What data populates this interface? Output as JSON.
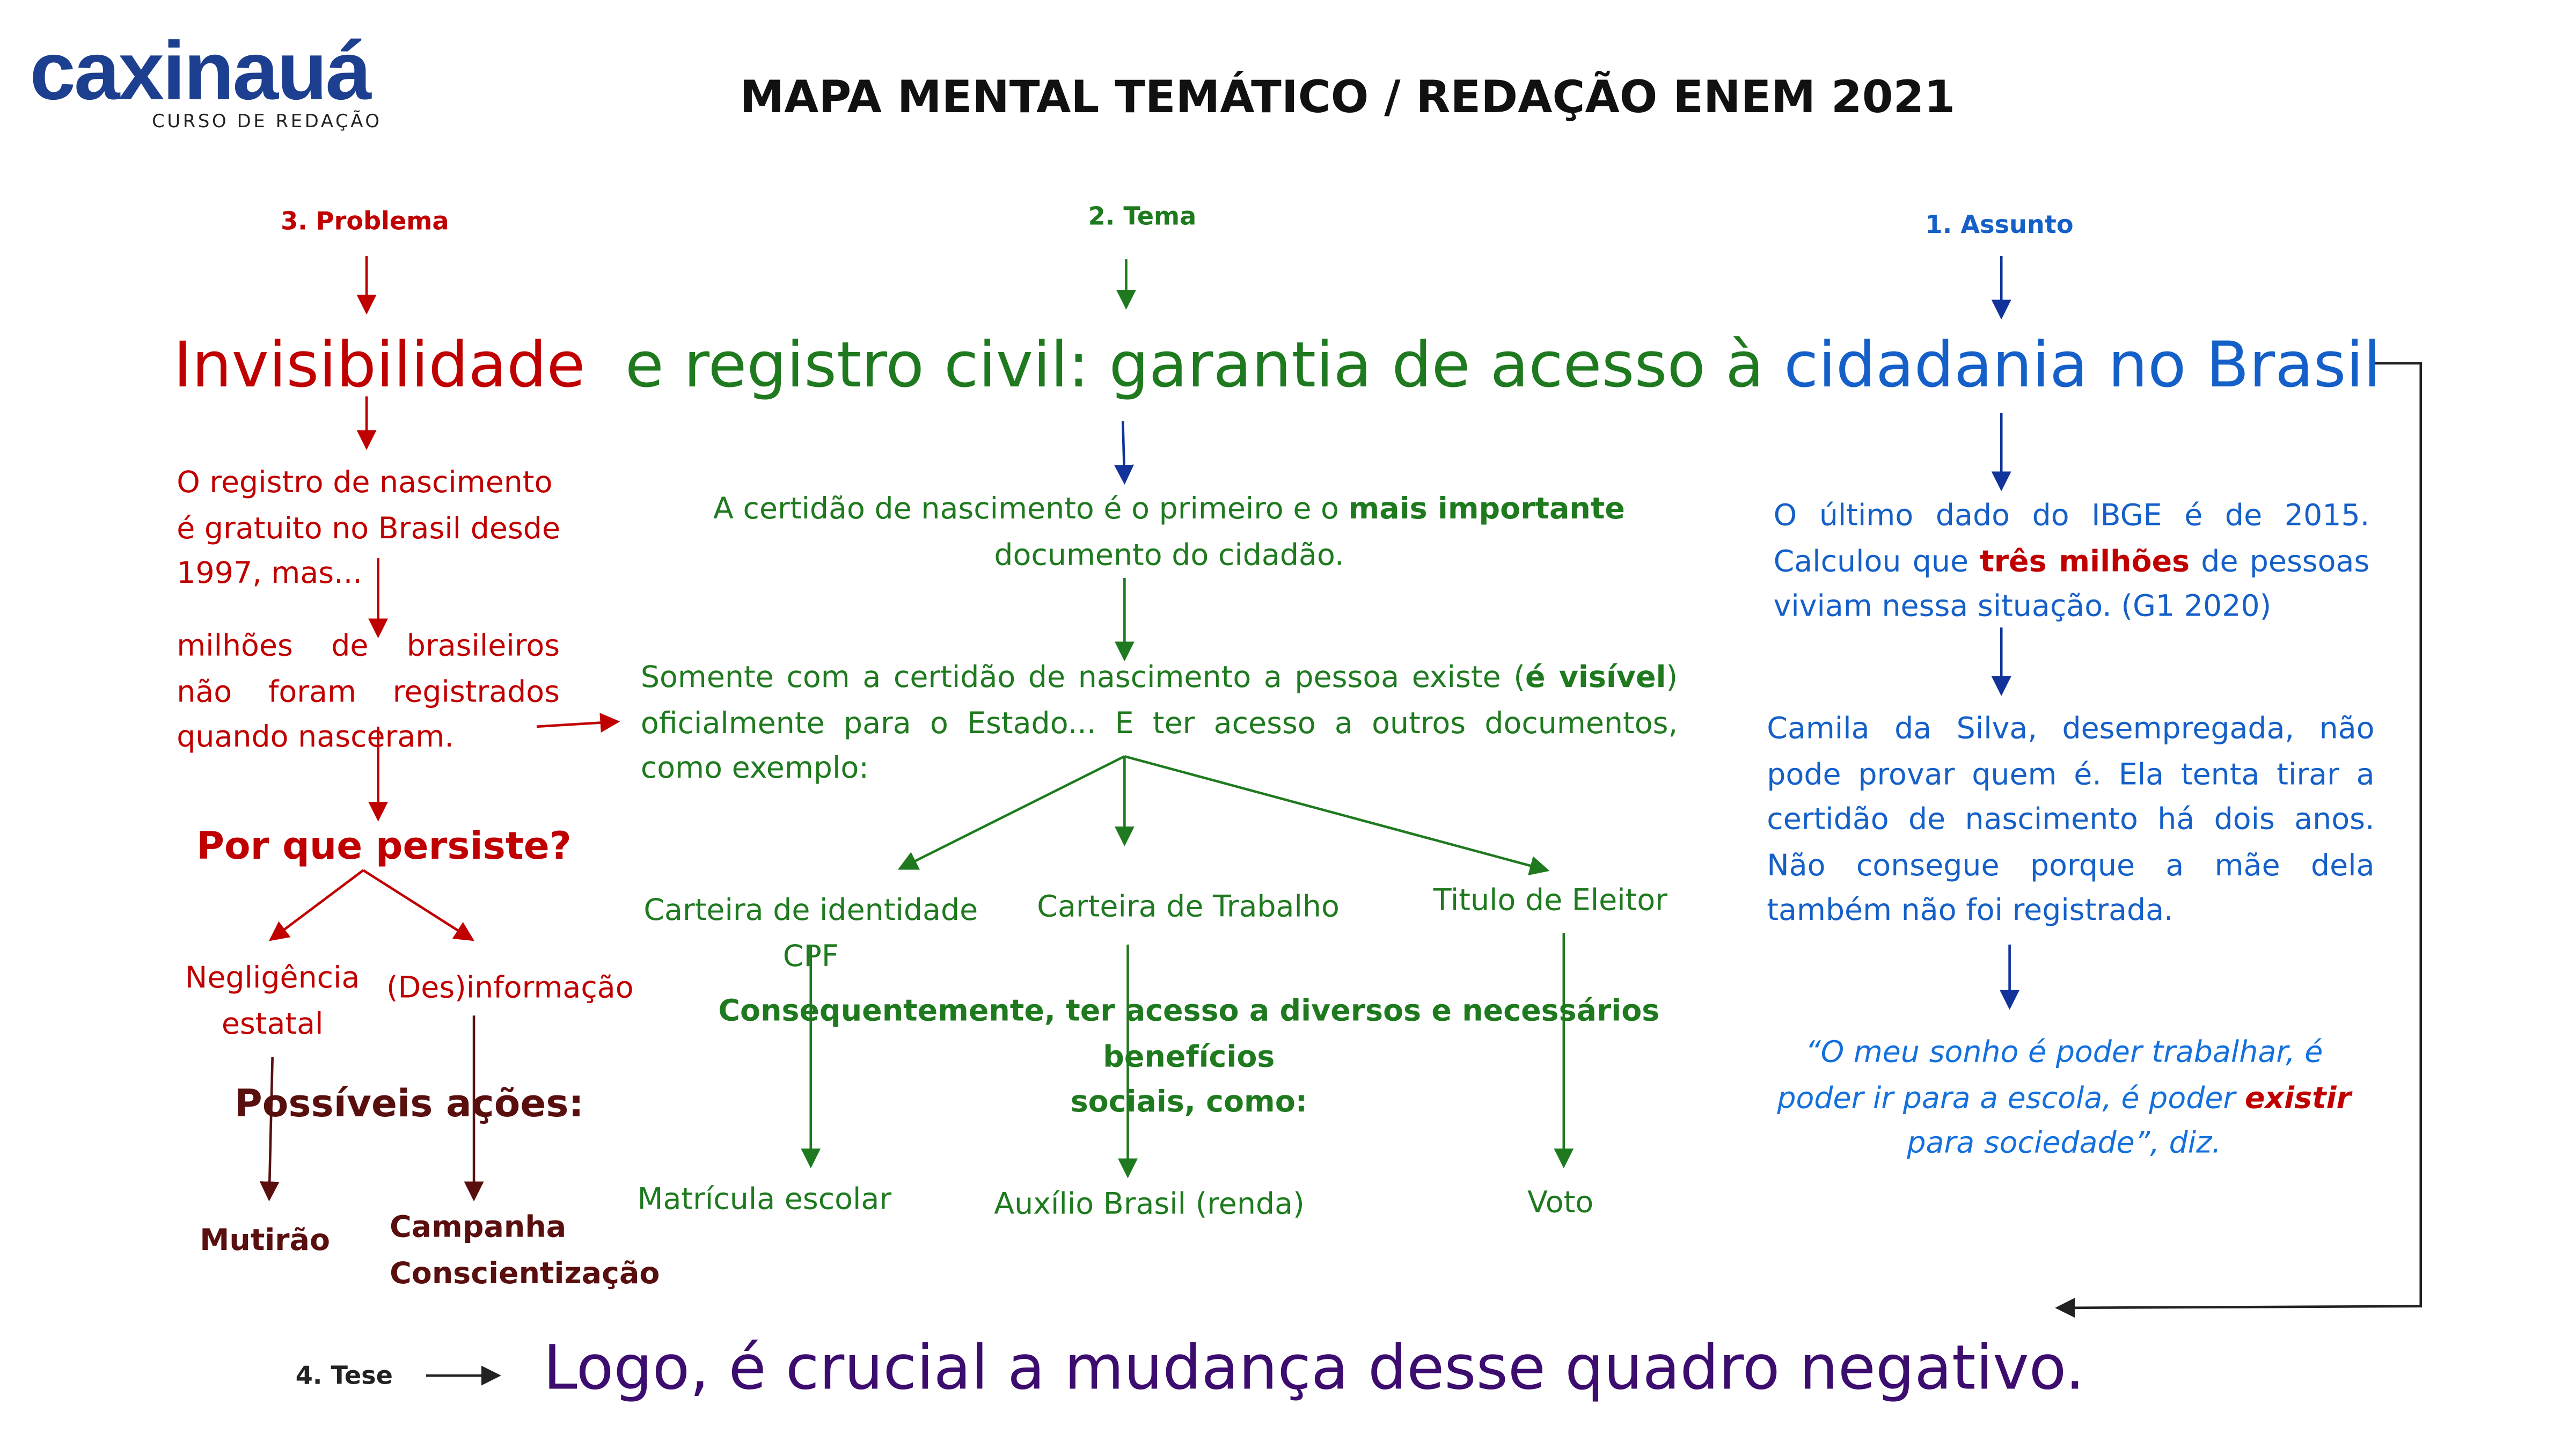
{
  "logo": {
    "brand": "caxinauá",
    "tagline": "CURSO DE REDAÇÃO"
  },
  "title": "MAPA MENTAL TEMÁTICO / REDAÇÃO ENEM 2021",
  "labels": {
    "problema": "3. Problema",
    "tema": "2. Tema",
    "assunto": "1. Assunto",
    "tese": "4. Tese"
  },
  "headline": {
    "part1": "Invisibilidade",
    "part2": "e registro civil: garantia de acesso à",
    "part3": "cidadania no Brasil"
  },
  "left": {
    "registro": [
      "O registro de nascimento",
      "é gratuito no Brasil desde",
      "1997, mas..."
    ],
    "milhoes": [
      "milhões de brasileiros",
      "não foram registrados",
      "quando nasceram."
    ],
    "por_que": "Por que persiste?",
    "negligencia": [
      "Negligência",
      "estatal"
    ],
    "desinformacao": "(Des)informação",
    "possiveis": "Possíveis ações:",
    "mutirao": "Mutirão",
    "campanha": [
      "Campanha",
      "Conscientização"
    ]
  },
  "center": {
    "certidao": {
      "line1a": "A certidão de nascimento é o primeiro e o ",
      "line1b": "mais importante",
      "line2": "documento do cidadão."
    },
    "somente": {
      "line1a": "Somente com a certidão de nascimento  a pessoa existe (",
      "line1b": "é visível",
      "line1c": ")",
      "line2": "oficialmente para o Estado...  E ter acesso a outros documentos,",
      "line3": "como exemplo:"
    },
    "docs": {
      "identidade": [
        "Carteira de identidade",
        "CPF"
      ],
      "trabalho": "Carteira de Trabalho",
      "eleitor": "Titulo de Eleitor"
    },
    "consequentemente": [
      "Consequentemente, ter acesso a diversos e necessários benefícios",
      "sociais, como:"
    ],
    "beneficios": {
      "matricula": "Matrícula escolar",
      "auxilio": "Auxílio Brasil (renda)",
      "voto": "Voto"
    }
  },
  "right": {
    "ibge": {
      "line1": "O último dado do IBGE é de 2015.",
      "line2a": "Calculou que ",
      "line2b": "três milhões",
      "line2c": " de pessoas",
      "line3": "viviam nessa situação. (G1 2020)"
    },
    "camila": [
      "Camila da Silva, desempregada, não",
      "pode provar quem é. Ela tenta tirar a",
      "certidão de nascimento há dois anos.",
      "Não consegue porque a mãe dela",
      "também não foi registrada."
    ],
    "quote": {
      "line1": "“O meu sonho é poder trabalhar, é",
      "line2a": "poder ir para a escola, é poder ",
      "line2b": "existir",
      "line3": "para sociedade”, diz."
    }
  },
  "tese": "Logo, é crucial a mudança desse quadro negativo.",
  "colors": {
    "red": "#c00000",
    "green": "#1f7a1f",
    "blue": "#1560c8",
    "navy": "#12349a",
    "purple": "#3c0c6e",
    "brown": "#5a0f0f"
  }
}
